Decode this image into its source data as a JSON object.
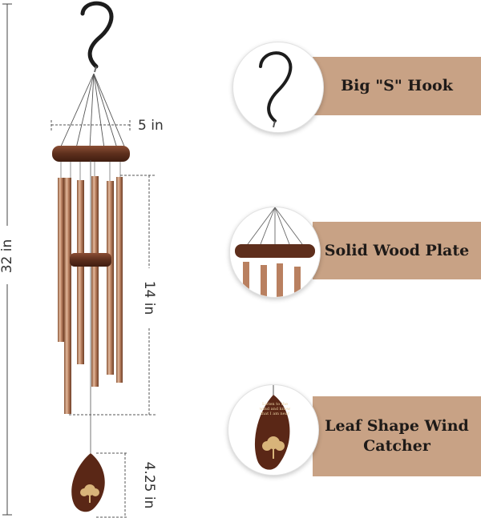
{
  "dimensions": {
    "total_length": "32 in",
    "top_width": "5 in",
    "tube_length": "14 in",
    "catcher_length": "4.25 in"
  },
  "features": [
    {
      "label": "Big \"S\" Hook",
      "icon": "s-hook-icon"
    },
    {
      "label": "Solid Wood Plate",
      "icon": "wood-plate-icon"
    },
    {
      "label": "Leaf Shape Wind Catcher",
      "icon": "leaf-catcher-icon"
    }
  ],
  "leaf_inscription": "Listen to the wind and know that I am near",
  "colors": {
    "banner": "#c8a285",
    "tube": "#b98060",
    "wood": "#6b3a25",
    "hook": "#222222"
  }
}
